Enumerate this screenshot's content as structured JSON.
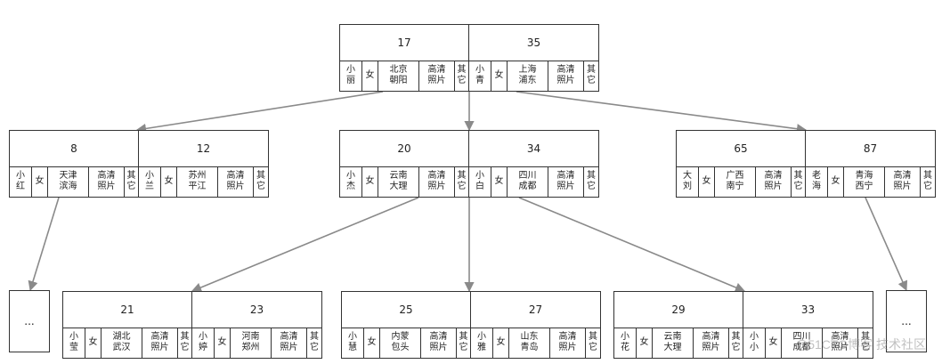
{
  "nodes": [
    {
      "id": "root",
      "keys": [
        {
          "key": "17",
          "name": "小丽",
          "gender": "女",
          "place": "北京朝阳",
          "photo": "高清照片",
          "other": "其它"
        },
        {
          "key": "35",
          "name": "小青",
          "gender": "女",
          "place": "上海浦东",
          "photo": "高清照片",
          "other": "其它"
        }
      ]
    },
    {
      "id": "l1-left",
      "keys": [
        {
          "key": "8",
          "name": "小红",
          "gender": "女",
          "place": "天津滨海",
          "photo": "高清照片",
          "other": "其它"
        },
        {
          "key": "12",
          "name": "小兰",
          "gender": "女",
          "place": "苏州平江",
          "photo": "高清照片",
          "other": "其它"
        }
      ]
    },
    {
      "id": "l1-mid",
      "keys": [
        {
          "key": "20",
          "name": "小杰",
          "gender": "女",
          "place": "云南大理",
          "photo": "高清照片",
          "other": "其它"
        },
        {
          "key": "34",
          "name": "小白",
          "gender": "女",
          "place": "四川成都",
          "photo": "高清照片",
          "other": "其它"
        }
      ]
    },
    {
      "id": "l1-right",
      "keys": [
        {
          "key": "65",
          "name": "大刘",
          "gender": "女",
          "place": "广西南宁",
          "photo": "高清照片",
          "other": "其它"
        },
        {
          "key": "87",
          "name": "老海",
          "gender": "女",
          "place": "青海西宁",
          "photo": "高清照片",
          "other": "其它"
        }
      ]
    },
    {
      "id": "leaf-a",
      "keys": [
        {
          "key": "21",
          "name": "小莹",
          "gender": "女",
          "place": "湖北武汉",
          "photo": "高清照片",
          "other": "其它"
        },
        {
          "key": "23",
          "name": "小婷",
          "gender": "女",
          "place": "河南郑州",
          "photo": "高清照片",
          "other": "其它"
        }
      ]
    },
    {
      "id": "leaf-b",
      "keys": [
        {
          "key": "25",
          "name": "小慧",
          "gender": "女",
          "place": "内蒙包头",
          "photo": "高清照片",
          "other": "其它"
        },
        {
          "key": "27",
          "name": "小雅",
          "gender": "女",
          "place": "山东青岛",
          "photo": "高清照片",
          "other": "其它"
        }
      ]
    },
    {
      "id": "leaf-c",
      "keys": [
        {
          "key": "29",
          "name": "小花",
          "gender": "女",
          "place": "云南大理",
          "photo": "高清照片",
          "other": "其它"
        },
        {
          "key": "33",
          "name": "小小",
          "gender": "女",
          "place": "四川成都",
          "photo": "高清照片",
          "other": "其它"
        }
      ]
    }
  ],
  "ellipsis_left": "...",
  "ellipsis_right": "...",
  "watermark": "@51CTO博客 技术社区",
  "colors": {
    "edge": "#8a8a8a",
    "border": "#333333"
  }
}
